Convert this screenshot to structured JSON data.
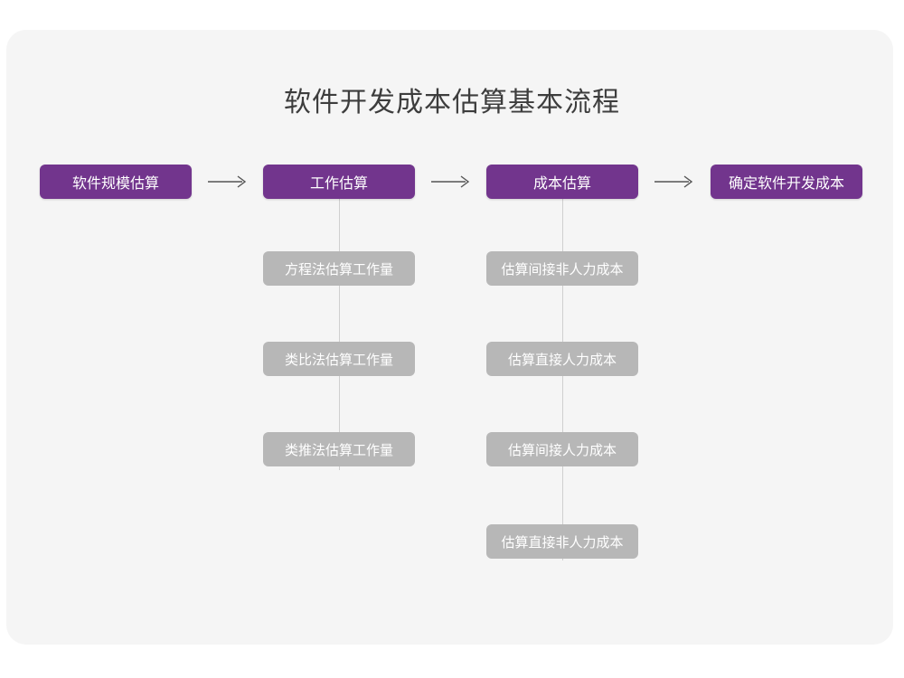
{
  "title": "软件开发成本估算基本流程",
  "colors": {
    "canvas": "#ffffff",
    "card": "#f5f5f5",
    "primary": "#72358d",
    "secondary": "#b7b7b7",
    "title_text": "#3d3d3d",
    "box_text": "#ffffff",
    "connector": "#cfcfcf",
    "arrow": "#555555"
  },
  "chart_data": {
    "type": "diagram",
    "title": "软件开发成本估算基本流程",
    "orientation": "horizontal-with-vertical-substeps",
    "stages": [
      {
        "id": "stage-1",
        "label": "软件规模估算",
        "substeps": []
      },
      {
        "id": "stage-2",
        "label": "工作估算",
        "substeps": [
          "方程法估算工作量",
          "类比法估算工作量",
          "类推法估算工作量"
        ]
      },
      {
        "id": "stage-3",
        "label": "成本估算",
        "substeps": [
          "估算间接非人力成本",
          "估算直接人力成本",
          "估算间接人力成本",
          "估算直接非人力成本"
        ]
      },
      {
        "id": "stage-4",
        "label": "确定软件开发成本",
        "substeps": []
      }
    ],
    "connectors": [
      {
        "from": "stage-1",
        "to": "stage-2",
        "style": "arrow"
      },
      {
        "from": "stage-2",
        "to": "stage-3",
        "style": "arrow"
      },
      {
        "from": "stage-3",
        "to": "stage-4",
        "style": "arrow"
      }
    ]
  },
  "flow": {
    "stage1": {
      "label": "软件规模估算"
    },
    "stage2": {
      "label": "工作估算",
      "sub1": "方程法估算工作量",
      "sub2": "类比法估算工作量",
      "sub3": "类推法估算工作量"
    },
    "stage3": {
      "label": "成本估算",
      "sub1": "估算间接非人力成本",
      "sub2": "估算直接人力成本",
      "sub3": "估算间接人力成本",
      "sub4": "估算直接非人力成本"
    },
    "stage4": {
      "label": "确定软件开发成本"
    }
  }
}
